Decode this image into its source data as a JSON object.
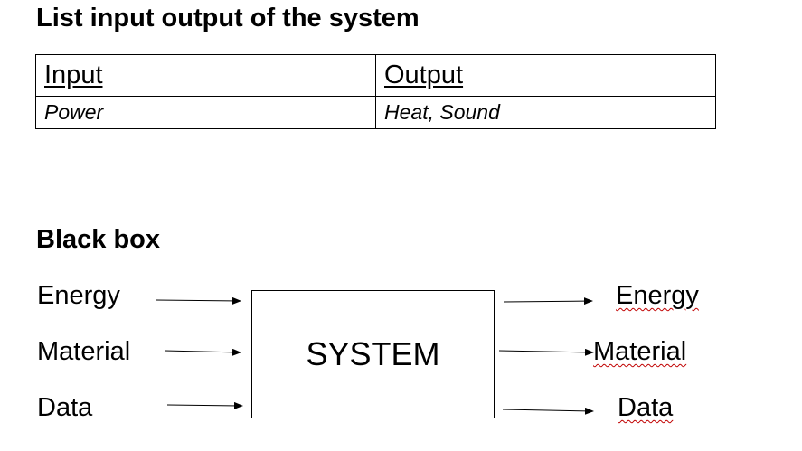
{
  "section1": {
    "title": "List input output of the system",
    "table": {
      "headers": [
        "Input",
        "Output"
      ],
      "rows": [
        [
          "Power",
          "Heat, Sound"
        ]
      ]
    }
  },
  "section2": {
    "title": "Black box",
    "inputs": [
      "Energy",
      "Material",
      "Data"
    ],
    "system_label": "SYSTEM",
    "outputs": [
      "Energy",
      "Material",
      "Data"
    ]
  },
  "colors": {
    "spellcheck_underline": "#c00000",
    "line": "#000000"
  }
}
